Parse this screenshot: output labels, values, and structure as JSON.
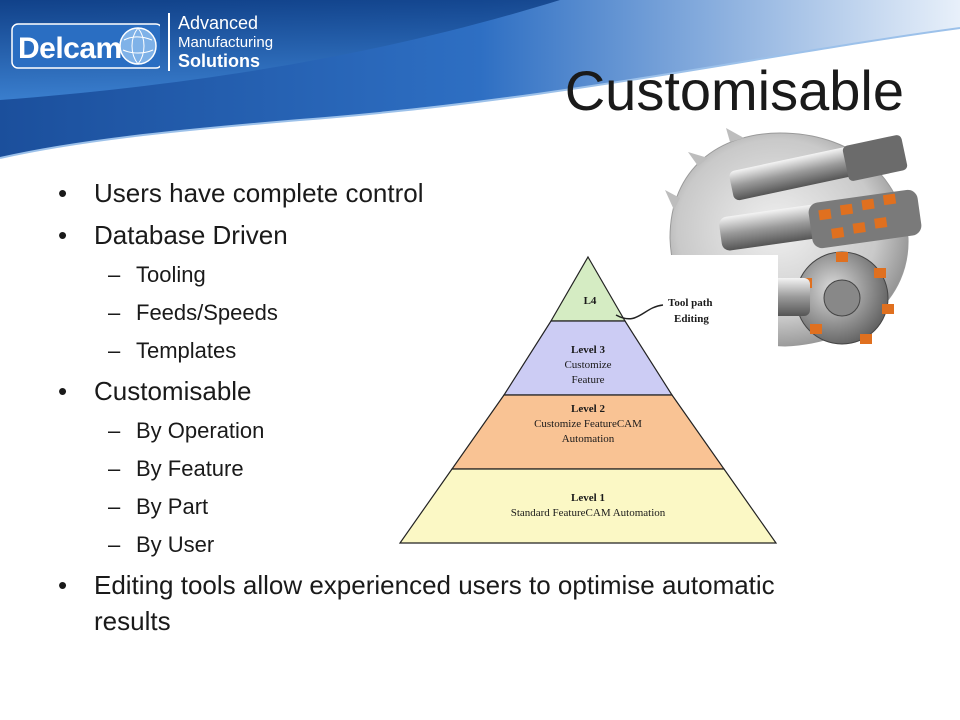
{
  "header": {
    "logo_word": "Delcam",
    "logo_lines": [
      "Advanced",
      "Manufacturing",
      "Solutions"
    ]
  },
  "title": "Customisable",
  "bullets": {
    "users_control": "Users have complete control",
    "database_driven": "Database Driven",
    "db_items": [
      "Tooling",
      "Feeds/Speeds",
      "Templates"
    ],
    "customisable": "Customisable",
    "custom_items": [
      "By Operation",
      "By Feature",
      "By Part",
      "By User"
    ],
    "editing_tools": "Editing tools allow experienced users to optimise automatic results"
  },
  "pyramid": {
    "l4": "L4",
    "callout": [
      "Tool path",
      "Editing"
    ],
    "level3": [
      "Level 3",
      "Customize",
      "Feature"
    ],
    "level2": [
      "Level 2",
      "Customize FeatureCAM",
      "Automation"
    ],
    "level1": [
      "Level 1",
      "Standard FeatureCAM Automation"
    ]
  },
  "colors": {
    "header_blue": "#1f5fb0",
    "l4_fill": "#d5ecc3",
    "l3_fill": "#ccccf4",
    "l2_fill": "#f9c394",
    "l1_fill": "#fbf8c5"
  }
}
